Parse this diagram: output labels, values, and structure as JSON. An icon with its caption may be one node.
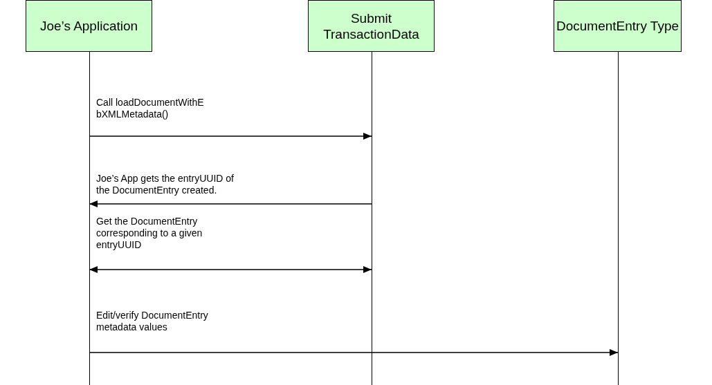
{
  "diagram": {
    "nodes": [
      {
        "text": [
          "Joe’s Application"
        ]
      },
      {
        "text": [
          "Submit TransactionData"
        ]
      },
      {
        "text": [
          "DocumentEntry Type"
        ]
      }
    ],
    "edges": [
      {
        "from": 0,
        "to": 1,
        "arrow": "to",
        "label": "Call loadDocumentWithEbXMLMetadata()"
      },
      {
        "from": 1,
        "to": 0,
        "arrow": "to",
        "label": "Joe’s App gets the entryUUID of the DocumentEntry created."
      },
      {
        "from": 0,
        "to": 1,
        "arrow": "both",
        "label": "Get the DocumentEntry corresponding to a given entryUUID"
      },
      {
        "from": 0,
        "to": 2,
        "arrow": "to",
        "label": "Edit/verify DocumentEntry metadata values"
      }
    ]
  }
}
